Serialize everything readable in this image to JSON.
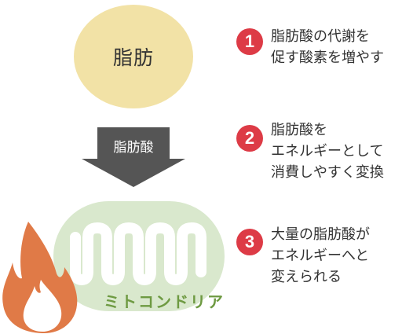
{
  "colors": {
    "fat_fill": "#f2e2a6",
    "arrow_fill": "#555555",
    "mito_fill": "#d9e8cd",
    "mito_label": "#6e9a42",
    "flame": "#e07a47",
    "badge": "#dd3b46"
  },
  "fat": {
    "label": "脂肪"
  },
  "arrow": {
    "label": "脂肪酸"
  },
  "mitochondria": {
    "label": "ミトコンドリア"
  },
  "steps": [
    {
      "number": "1",
      "lines": [
        "脂肪酸の代謝を",
        "促す酸素を増やす"
      ]
    },
    {
      "number": "2",
      "lines": [
        "脂肪酸を",
        "エネルギーとして",
        "消費しやすく変換"
      ]
    },
    {
      "number": "3",
      "lines": [
        "大量の脂肪酸が",
        "エネルギーへと",
        "変えられる"
      ]
    }
  ]
}
